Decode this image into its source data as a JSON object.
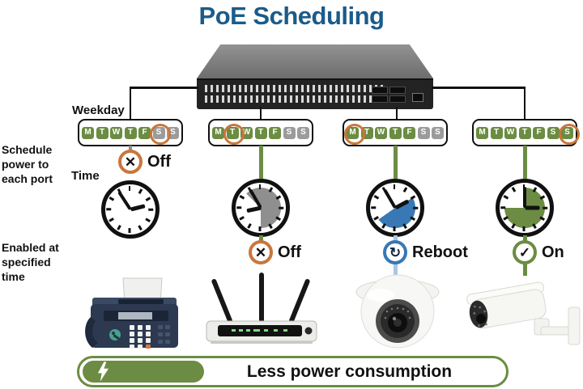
{
  "title": "PoE Scheduling",
  "labels": {
    "weekday": "Weekday",
    "schedule_power": "Schedule power to each port",
    "time": "Time",
    "enabled": "Enabled at specified time"
  },
  "banner": {
    "text": "Less power consumption",
    "icon": "lightning-bolt-icon"
  },
  "days": [
    "M",
    "T",
    "W",
    "T",
    "F",
    "S",
    "S"
  ],
  "colors": {
    "title": "#1b5b8a",
    "day_active": "#6b8c42",
    "day_inactive": "#9b9b9b",
    "highlight_ring": "#c9763b",
    "status_off": "#c9763b",
    "status_reboot": "#3878b4",
    "status_on": "#6b8c42",
    "banner_green": "#6b8c42"
  },
  "switch": {
    "name": "48-port PoE switch"
  },
  "columns": [
    {
      "device": "Fax phone",
      "days_active": [
        true,
        true,
        true,
        true,
        true,
        false,
        false
      ],
      "selected_day_index": 5,
      "status": {
        "label": "Off",
        "icon": "x-icon",
        "icon_char": "✕",
        "color": "#c9763b",
        "icon_color": "#111111",
        "placement": "above-clock"
      },
      "clock": {
        "wedge": null,
        "minute_angle_deg": -33,
        "hour_angle_deg": 76
      },
      "lines": {
        "top": "#8f8f88"
      }
    },
    {
      "device": "Wireless router",
      "days_active": [
        true,
        true,
        true,
        true,
        true,
        false,
        false
      ],
      "selected_day_index": 1,
      "status": {
        "label": "Off",
        "icon": "x-icon",
        "icon_char": "✕",
        "color": "#c9763b",
        "icon_color": "#111111",
        "placement": "below-clock"
      },
      "clock": {
        "wedge": {
          "start_deg": 315,
          "sweep_deg": 225,
          "color": "#8f8f8f"
        },
        "minute_angle_deg": -30,
        "hour_angle_deg": 258
      },
      "lines": {
        "top": "#6b8c42",
        "mid": "#6b8c42"
      }
    },
    {
      "device": "Dome network camera",
      "days_active": [
        true,
        true,
        true,
        true,
        true,
        false,
        false
      ],
      "selected_day_index": 0,
      "status": {
        "label": "Reboot",
        "icon": "reboot-icon",
        "icon_char": "↻",
        "color": "#3878b4",
        "icon_color": "#15273d",
        "placement": "below-clock"
      },
      "clock": {
        "wedge": {
          "start_deg": 60,
          "sweep_deg": 175,
          "color": "#3878b4"
        },
        "minute_angle_deg": -30,
        "hour_angle_deg": 62
      },
      "lines": {
        "top": "#6b8c42",
        "mid": "#aac6e0",
        "bottom": "#aac6e0"
      }
    },
    {
      "device": "Bullet network camera",
      "days_active": [
        true,
        true,
        true,
        true,
        true,
        true,
        true
      ],
      "selected_day_index": 6,
      "status": {
        "label": "On",
        "icon": "check-icon",
        "icon_char": "✓",
        "color": "#6b8c42",
        "icon_color": "#111111",
        "placement": "below-clock"
      },
      "clock": {
        "wedge": {
          "start_deg": 0,
          "sweep_deg": 270,
          "color": "#6b8c42"
        },
        "minute_angle_deg": 0,
        "hour_angle_deg": 90
      },
      "lines": {
        "top": "#6b8c42",
        "mid": "#6b8c42",
        "bottom": "#6b8c42"
      }
    }
  ]
}
